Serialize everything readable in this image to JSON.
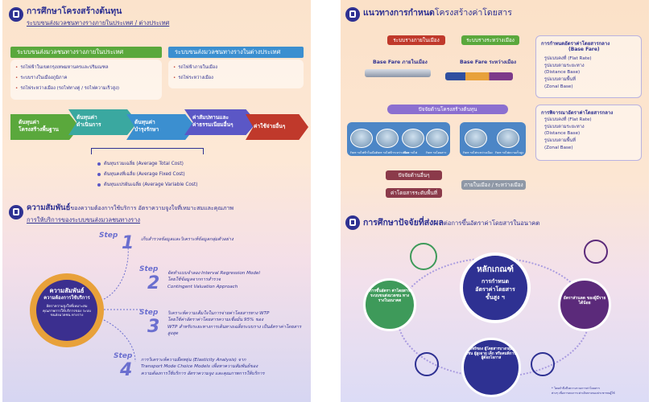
{
  "left": {
    "section1": {
      "title": "การศึกษาโครงสร้างต้นทุน",
      "subtitle": "ระบบขนส่งมวลชนทางรางภายในประเทศ / ต่างประเทศ",
      "domestic": {
        "label": "ระบบขนส่งมวลชนทางรางภายในประเทศ",
        "items": [
          "รถไฟฟ้าในเขตกรุงเทพมหานครและปริมณฑล",
          "ระบบรางในเมืองภูมิภาค",
          "รถไฟระหว่างเมือง (รถไฟทางคู่ / รถไฟความเร็วสูง)"
        ]
      },
      "foreign": {
        "label": "ระบบขนส่งมวลชนทางรางในต่างประเทศ",
        "items": [
          "รถไฟฟ้าภายในเมือง",
          "รถไฟระหว่างเมือง"
        ]
      },
      "arrows": [
        {
          "l1": "ต้นทุนค่า",
          "l2": "โครงสร้างพื้นฐาน"
        },
        {
          "l1": "ต้นทุนค่า",
          "l2": "ดำเนินการ"
        },
        {
          "l1": "ต้นทุนค่า",
          "l2": "บำรุงรักษา"
        },
        {
          "l1": "ค่าสัมปทานและ",
          "l2": "ค่าธรรมเนียมอื่นๆ"
        },
        {
          "l1": "ค่าใช้จ่ายอื่นๆ",
          "l2": ""
        }
      ],
      "costs": [
        "ต้นทุนรวมเฉลี่ย (Average Total Cost)",
        "ต้นทุนคงที่เฉลี่ย (Average Fixed Cost)",
        "ต้นทุนแปรผันเฉลี่ย (Average Variable Cost)"
      ]
    },
    "section2": {
      "title_bold": "ความสัมพันธ์",
      "title_rest": "ของความต้องการใช้บริการ อัตราความจูงใจที่เหมาะสมและคุณภาพ",
      "subtitle": "การให้บริการของระบบขนส่งมวลชนทางราง",
      "circle_title1": "ความสัมพันธ์",
      "circle_title2": "ความต้องการใช้บริการ",
      "circle_body": "อัตราความจูงใจที่เหมาะสม คุณภาพการให้บริการของ ระบบขนส่งมวลชน ทางราง",
      "step_word": "Step",
      "steps": [
        {
          "num": "1",
          "text1": "เก็บสำรวจข้อมูลและวิเคราะห์ข้อมูลกลุ่มตัวอย่าง",
          "text2": "",
          "text3": ""
        },
        {
          "num": "2",
          "text1": "จัดทำแบบจำลอง Interval Regression Model",
          "text2": "โดยใช้ข้อมูลจากการสำรวจ",
          "text3": "Contingent Valuation Approach"
        },
        {
          "num": "3",
          "text1": "วิเคราะห์ความเต็มใจในการจ่ายค่าโดยสารทาง WTP",
          "text2": "โดยใช้ค่าอัตราค่าโดยสารความเชื่อมั่น 95% ของ",
          "text3": "WTP สำหรับระยะทางการเดินทางเฉลี่ยระบบราง เป็นอัตราค่าโดยสารสูงสุด"
        },
        {
          "num": "4",
          "text1": "การวิเคราะห์ความยืดหยุ่น (Elasticity Analysis) จาก",
          "text2": "Transport Mode Choice Models เพื่อหาความสัมพันธ์ของ",
          "text3": "ความต้องการใช้บริการ อัตราความจูง และคุณภาพการให้บริการ"
        }
      ]
    }
  },
  "right": {
    "section1": {
      "title_bold": "แนวทางการกำหนด",
      "title_rest": "โครงสร้างค่าโดยสาร",
      "btn_intra": "ระบบรางภายในเมือง",
      "btn_inter": "ระบบรางระหว่างเมือง",
      "base_intra": "Base Fare ภายในเมือง",
      "base_inter": "Base Fare ระหว่างเมือง",
      "factor_cost": "ปัจจัยด้านโครงสร้างต้นทุน",
      "photos": [
        "Fare รถไฟฟ้าในเมือง",
        "Fare รถไฟฟ้าระหว่างเมือง",
        "Fare รถไฟ",
        "Fare รถโดยสาร",
        "Fare รถไฟระหว่างเมือง",
        "Fare รถไฟความเร็วสูง"
      ],
      "factor_other": "ปัจจัยด้านอื่นๆ",
      "fare_other": "ค่าโดยสารระดับพื้นที่",
      "intra_inter": "ภายในเมือง / ระหว่างเมือง",
      "basefare_box": {
        "title1": "การกำหนดอัตราค่าโดยสารกลาง",
        "title2": "(Base Fare)",
        "items": [
          "รูปแบบคงที่ (Flat Rate)",
          "รูปแบบตามระยะทาง",
          "(Distance Base)",
          "รูปแบบตามพื้นที่",
          "(Zonal Base)"
        ]
      },
      "center_box": {
        "title": "การพิจารณาอัตราค่าโดยสารกลาง",
        "items": [
          "รูปแบบคงที่ (Flat Rate)",
          "รูปแบบตามระยะทาง",
          "(Distance Base)",
          "รูปแบบตามพื้นที่",
          "(Zonal Base)"
        ]
      }
    },
    "section2": {
      "title_bold": "การศึกษาปัจจัยที่ส่งผล",
      "title_rest": "ต่อการขึ้นอัตราค่าโดยสารในอนาคต",
      "center_title": "หลักเกณฑ์",
      "center_l1": "การกำหนด",
      "center_l2": "อัตราค่าโดยสาร",
      "center_l3": "ขั้นสูง ฯ",
      "left_circle": "การขึ้นอัตรา ค่าโดยสาร ระบบขนส่งมวลชน ทางรางในอนาคต",
      "right_circle": "อัตราส่วนลด ของผู้มีรายได้น้อย",
      "bottom_circle": "สิทธิของ ผู้โดยสารบางกลุ่ม เช่น ผู้สูงอายุ เด็ก หรือคนพิการ ผู้ด้อยโอกาส",
      "footnote1": "* โดยคำนึงถึงความรวมการค่าโดยสาร",
      "footnote2": "ต่างๆ เพื่อการลดภาระค่าเดินทางของประชาชนผู้ใช้"
    }
  },
  "colors": {
    "navy": "#2e3192",
    "green": "#5aa83c",
    "blue": "#3b8fd0",
    "purple": "#6b3fa0",
    "orange": "#e8a13a"
  }
}
